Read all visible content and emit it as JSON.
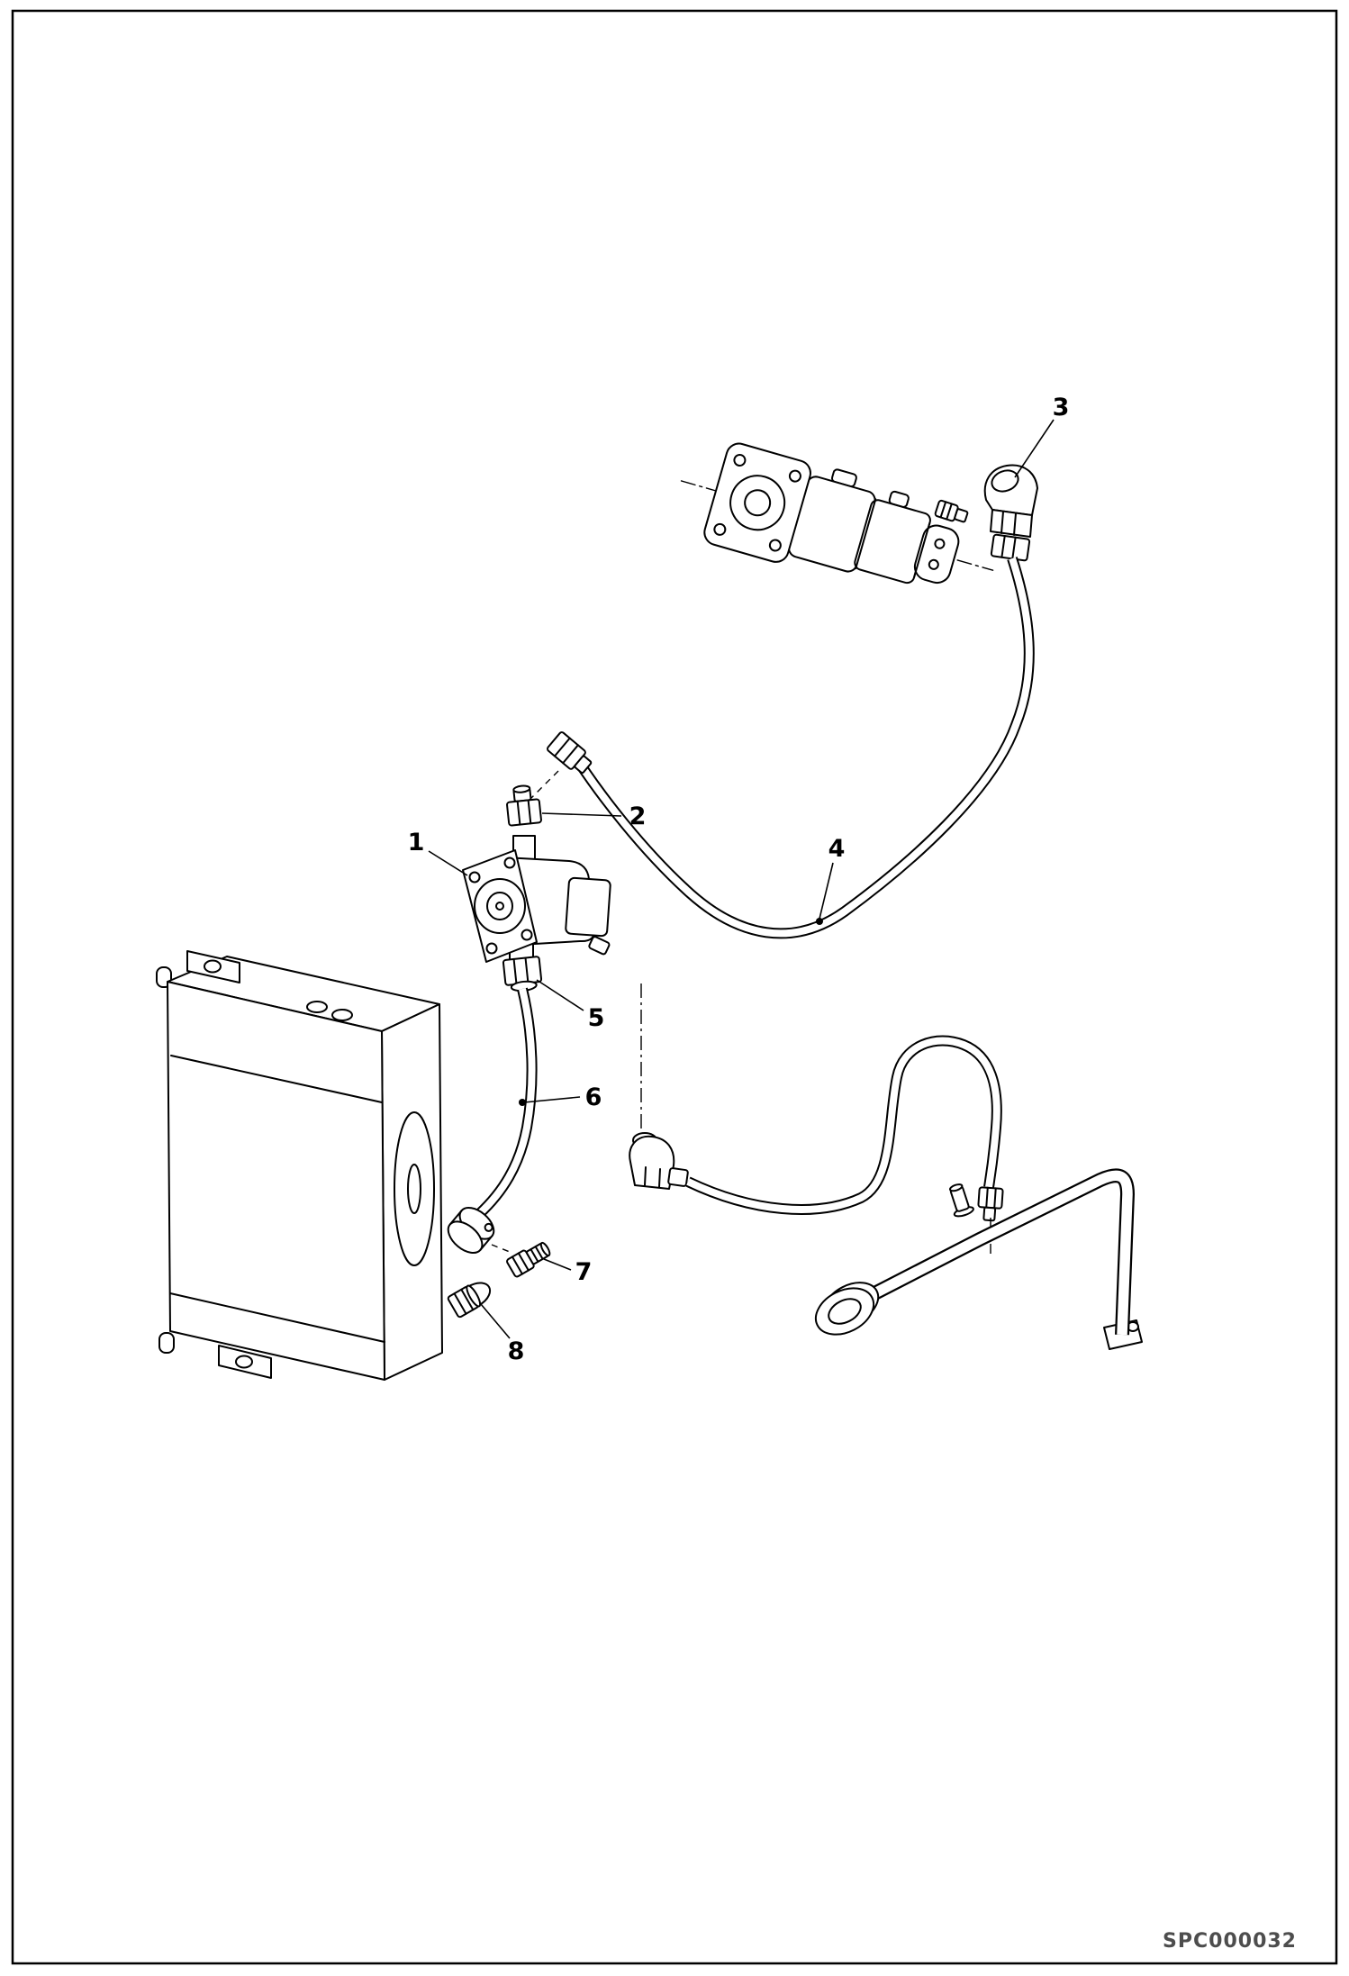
{
  "diagram": {
    "drawing_code": "SPC000032",
    "callouts": [
      "1",
      "2",
      "3",
      "4",
      "5",
      "6",
      "7",
      "8"
    ]
  }
}
